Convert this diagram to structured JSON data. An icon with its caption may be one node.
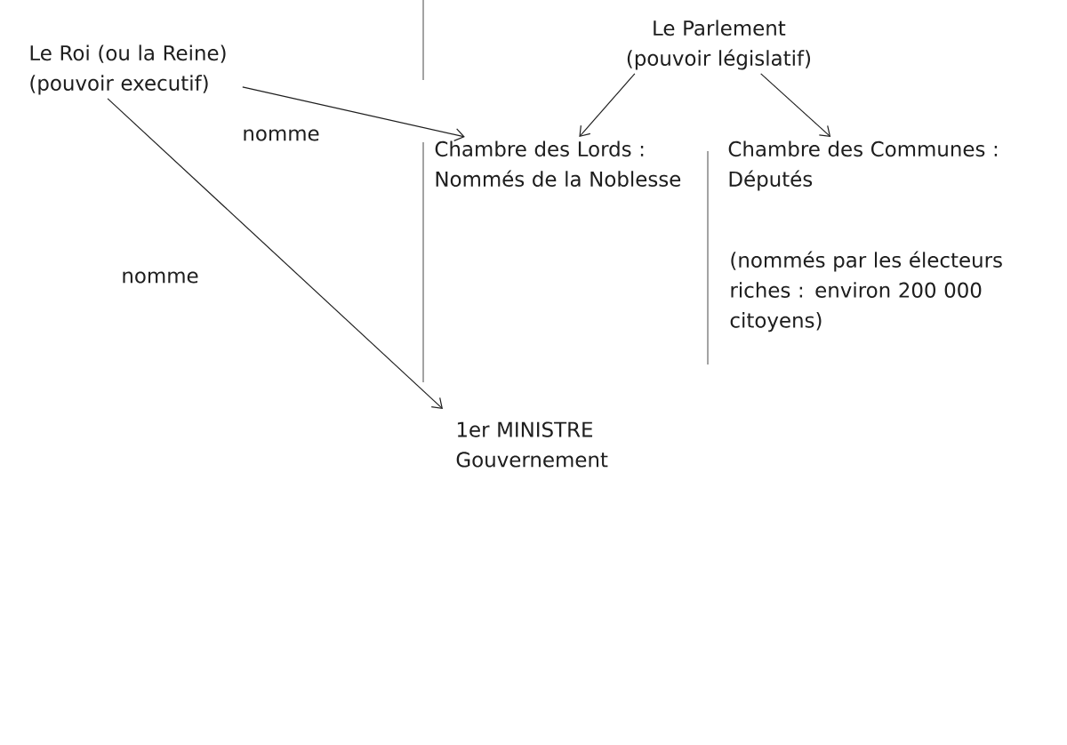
{
  "diagram": {
    "nodes": [
      {
        "text": [
          "Le Roi (ou la Reine) (pouvoir executif)"
        ]
      },
      {
        "text": [
          "Le Parlement (pouvoir législatif)"
        ]
      },
      {
        "text": [
          "Chambre des Lords : Nommés de la Noblesse"
        ]
      },
      {
        "text": [
          "Chambre des Communes : Députés"
        ],
        "beside": [
          "(nommés par les électeurs riches : environ 200 000 citoyens)"
        ]
      },
      {
        "text": [
          "1er MINISTRE Gouvernement"
        ]
      }
    ],
    "edges": [
      {
        "from": 0,
        "to": 2,
        "arrow": "to",
        "label": "nomme"
      },
      {
        "from": 0,
        "to": 4,
        "arrow": "to",
        "label": "nomme"
      },
      {
        "from": 1,
        "to": 2,
        "arrow": "to"
      },
      {
        "from": 1,
        "to": 3,
        "arrow": "to"
      }
    ]
  }
}
